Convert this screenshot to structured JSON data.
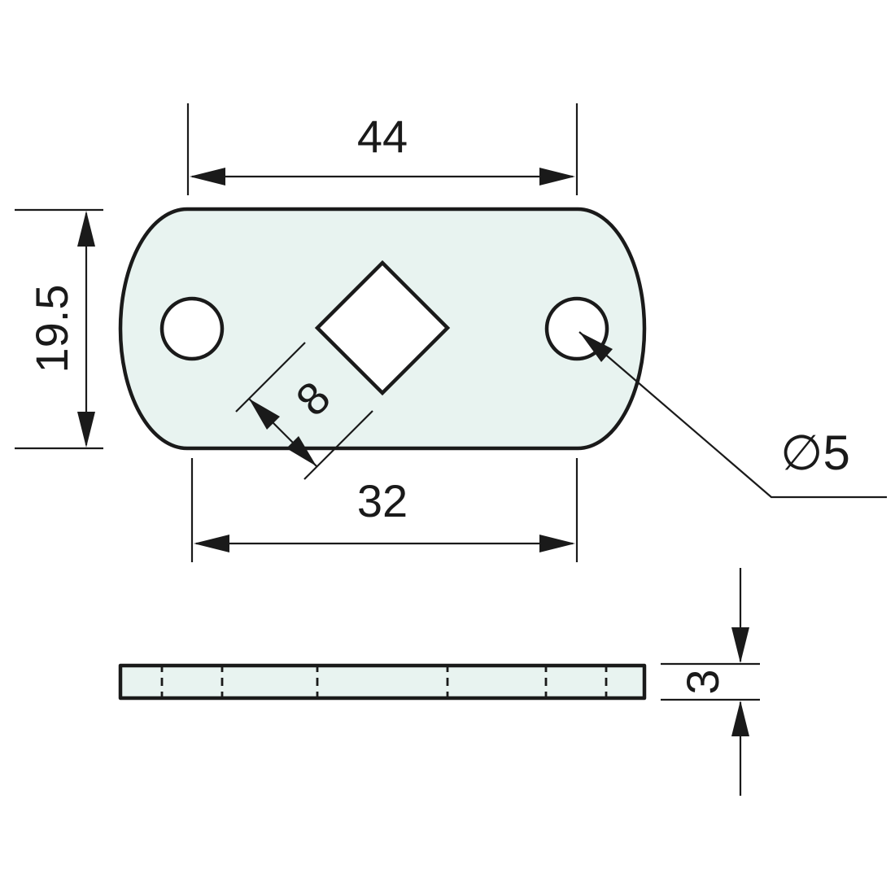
{
  "drawing": {
    "colors": {
      "background": "#ffffff",
      "line": "#1a1a1a",
      "plate_fill": "#e8f3f0"
    },
    "top_view": {
      "width": "44",
      "height": "19.5",
      "hole_spacing": "32",
      "square_hole_size": "8",
      "hole_diameter": "∅5"
    },
    "side_view": {
      "thickness": "3"
    }
  }
}
